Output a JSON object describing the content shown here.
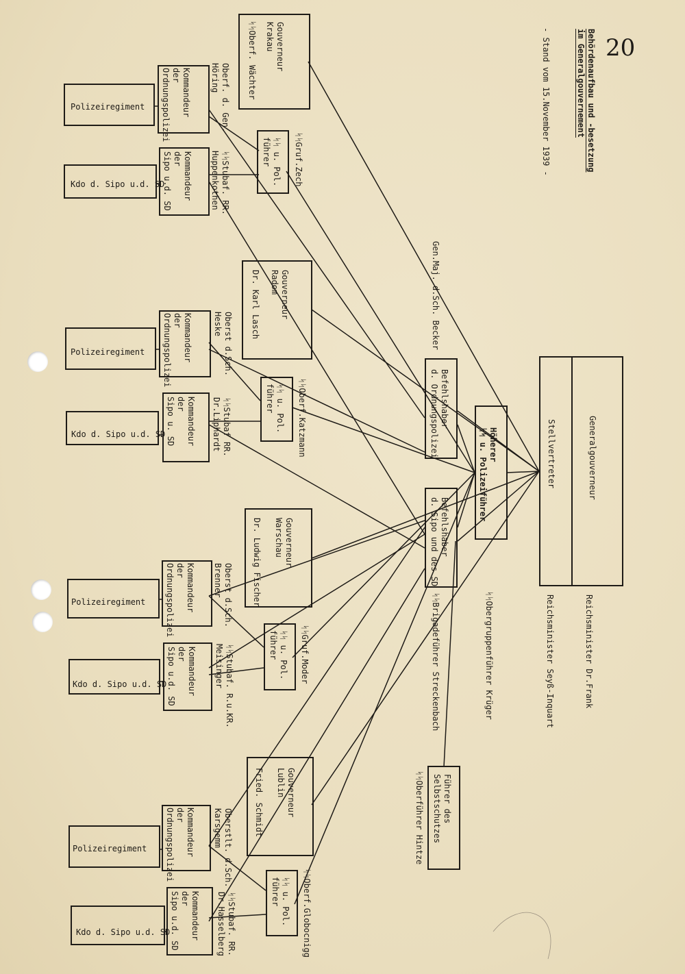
{
  "page_number": "20",
  "header": {
    "title_line1": "Behördenaufbau und -besetzung",
    "title_line2": "im Generalgouvernement",
    "date_line": "- Stand vom 15.November 1939 -"
  },
  "top": {
    "box_line1": "Generalgouverneur",
    "box_line2": "Stellvertreter",
    "person1": "Reichsminister Dr.Frank",
    "person2": "Reichsminister Seyß-Inquart"
  },
  "hspf": {
    "line1": "Höherer",
    "line2": "ᛋᛋ u. Polizeiführer",
    "person": "ᛋᛋObergruppenführer Krüger"
  },
  "bdo": {
    "line1": "Befehlshaber",
    "line2": "d. Ordnungspolizei",
    "person": "Gen.Maj. d.Sch. Becker"
  },
  "bds": {
    "line1": "Befehlshaber",
    "line2": "d. Sipo und des SD",
    "person": "ᛋᛋBrigadeführer Streckenbach"
  },
  "selbstschutz": {
    "line1": "Führer des",
    "line2": "Selbstschutzes",
    "person": "ᛋᛋOberführer Hintze"
  },
  "districts": [
    {
      "gov_line1": "Gouverneur",
      "gov_line2": "Krakau",
      "gov_person": "ᛋᛋOberf. Wächter",
      "sspf_line1": "ᛋᛋ u. Pol.",
      "sspf_line2": "führer",
      "sspf_person": "ᛋᛋGruf.Zech",
      "kdo_line1": "Kommandeur",
      "kdo_line2": "der",
      "kdo_line3": "Ordnungspolizei",
      "kdo_person1": "Oberf. d. Gen.",
      "kdo_person2": "Höring",
      "kds_line1": "Kommandeur",
      "kds_line2": "der",
      "kds_line3": "Sipo u.d. SD",
      "kds_person1": "ᛋᛋStubaf. RR.",
      "kds_person2": "Huppenkothen",
      "regiment": "Polizeiregiment",
      "kdo_sipo": "Kdo d. Sipo u.d. SD"
    },
    {
      "gov_line1": "Gouverneur",
      "gov_line2": "Radom",
      "gov_person": "Dr. Karl Lasch",
      "sspf_line1": "ᛋᛋ u. Pol.",
      "sspf_line2": "führer",
      "sspf_person": "ᛋᛋOberf.Katzmann",
      "kdo_line1": "Kommandeur",
      "kdo_line2": "der",
      "kdo_line3": "Ordnungspolizei",
      "kdo_person1": "Oberst d.Sch.",
      "kdo_person2": "Heske",
      "kds_line1": "Kommandeur",
      "kds_line2": "der",
      "kds_line3": "Sipo u. SD",
      "kds_person1": "ᛋᛋStubaf RR.",
      "kds_person2": "Dr.Liphardt",
      "regiment": "Polizeiregiment",
      "kdo_sipo": "Kdo d. Sipo u.d. SD"
    },
    {
      "gov_line1": "Gouverneur",
      "gov_line2": "Warschau",
      "gov_person": "Dr. Ludwig Fischer",
      "sspf_line1": "ᛋᛋ u. Pol.",
      "sspf_line2": "führer",
      "sspf_person": "ᛋᛋGruf.Moder",
      "kdo_line1": "Kommandeur",
      "kdo_line2": "der",
      "kdo_line3": "Ordnungspolizei",
      "kdo_person1": "Oberst d.Sch.",
      "kdo_person2": "Brenner",
      "kds_line1": "Kommandeur",
      "kds_line2": "der",
      "kds_line3": "Sipo u.d. SD",
      "kds_person1": "ᛋᛋStubaf. R.u.KR.",
      "kds_person2": "Meisinger",
      "regiment": "Polizeiregiment",
      "kdo_sipo": "Kdo d. Sipo u.d. SD"
    },
    {
      "gov_line1": "Gouverneur",
      "gov_line2": "Lublin",
      "gov_person": "Fried. Schmidt",
      "sspf_line1": "ᛋᛋ u. Pol.",
      "sspf_line2": "führer",
      "sspf_person": "ᛋᛋOberf.Globocnigg",
      "kdo_line1": "Kommandeur",
      "kdo_line2": "der",
      "kdo_line3": "Ordnungspolizei",
      "kdo_person1": "Oberstlt. d.Sch.",
      "kdo_person2": "Karsgemm",
      "kds_line1": "Kommandeur",
      "kds_line2": "der",
      "kds_line3": "Sipo u.d. SD",
      "kds_person1": "ᛋᛋStubaf. RR.",
      "kds_person2": "Dr.Hasselberg",
      "regiment": "Polizeiregiment",
      "kdo_sipo": "Kdo d. Sipo u.d. SD"
    }
  ]
}
